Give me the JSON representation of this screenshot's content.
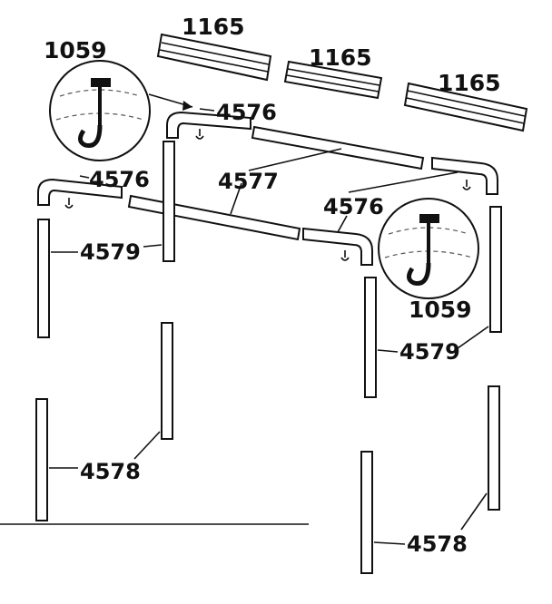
{
  "labels": {
    "rail_left": "1165",
    "rail_center": "1165",
    "rail_right": "1165",
    "hook_detail_left": "1059",
    "hook_detail_right": "1059",
    "elbow_top_left": "4576",
    "elbow_mid_left": "4576",
    "elbow_right": "4576",
    "crossbar": "4577",
    "upper_leg_left": "4579",
    "upper_leg_right": "4579",
    "lower_leg_left": "4578",
    "lower_leg_right": "4578"
  }
}
